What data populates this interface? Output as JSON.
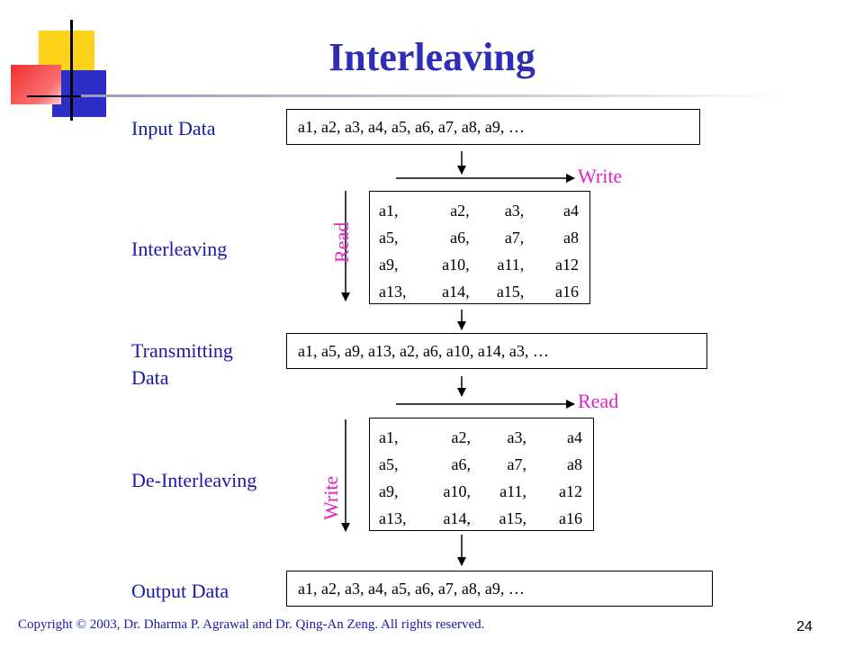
{
  "slide": {
    "title": "Interleaving",
    "footer": "Copyright © 2003, Dr. Dharma P. Agrawal and Dr. Qing-An Zeng. All rights reserved.",
    "page_number": "24"
  },
  "labels": {
    "input": "Input Data",
    "interleaving": "Interleaving",
    "transmitting_line1": "Transmitting",
    "transmitting_line2": "Data",
    "deinterleaving": "De-Interleaving",
    "output": "Output Data"
  },
  "sequences": {
    "input": "a1, a2, a3, a4, a5, a6, a7, a8, a9, …",
    "transmitting": "a1, a5, a9, a13, a2, a6, a10, a14, a3, …",
    "output": "a1, a2, a3, a4, a5, a6, a7, a8, a9, …"
  },
  "matrices": {
    "interleave": [
      [
        "a1,",
        "a2,",
        "a3,",
        "a4"
      ],
      [
        "a5,",
        "a6,",
        "a7,",
        "a8"
      ],
      [
        "a9,",
        "a10,",
        "a11,",
        "a12"
      ],
      [
        "a13,",
        "a14,",
        "a15,",
        "a16"
      ]
    ],
    "deinterleave": [
      [
        "a1,",
        "a2,",
        "a3,",
        "a4"
      ],
      [
        "a5,",
        "a6,",
        "a7,",
        "a8"
      ],
      [
        "a9,",
        "a10,",
        "a11,",
        "a12"
      ],
      [
        "a13,",
        "a14,",
        "a15,",
        "a16"
      ]
    ]
  },
  "annotations": {
    "top_write": "Write",
    "top_read": "Read",
    "bottom_read": "Read",
    "bottom_write": "Write"
  },
  "colors": {
    "title": "#2d2db5",
    "label": "#1a1aa8",
    "annotation": "#e020c8",
    "deco_yellow": "#ffd21a",
    "deco_red": "#f03030",
    "deco_blue": "#2d2dc8"
  }
}
